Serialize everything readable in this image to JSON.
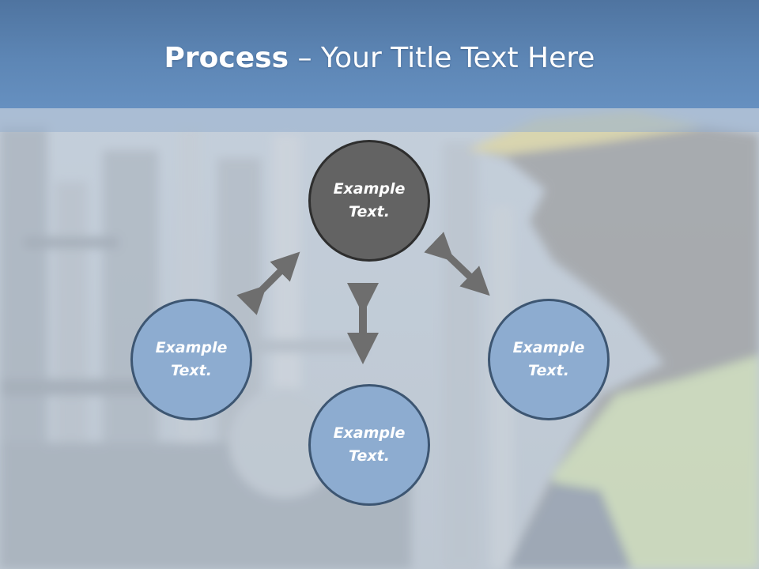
{
  "title": {
    "bold": "Process",
    "rest": " – Your Title Text Here"
  },
  "nodes": {
    "top": {
      "line1": "Example",
      "line2": "Text."
    },
    "left": {
      "line1": "Example",
      "line2": "Text."
    },
    "right": {
      "line1": "Example",
      "line2": "Text."
    },
    "bottom": {
      "line1": "Example",
      "line2": "Text."
    }
  },
  "colors": {
    "banner": "#5d86b5",
    "node_fill": "#8dacd0",
    "node_border": "#3d5672",
    "center_node_fill": "#636363",
    "arrow": "#6e6e6e"
  }
}
